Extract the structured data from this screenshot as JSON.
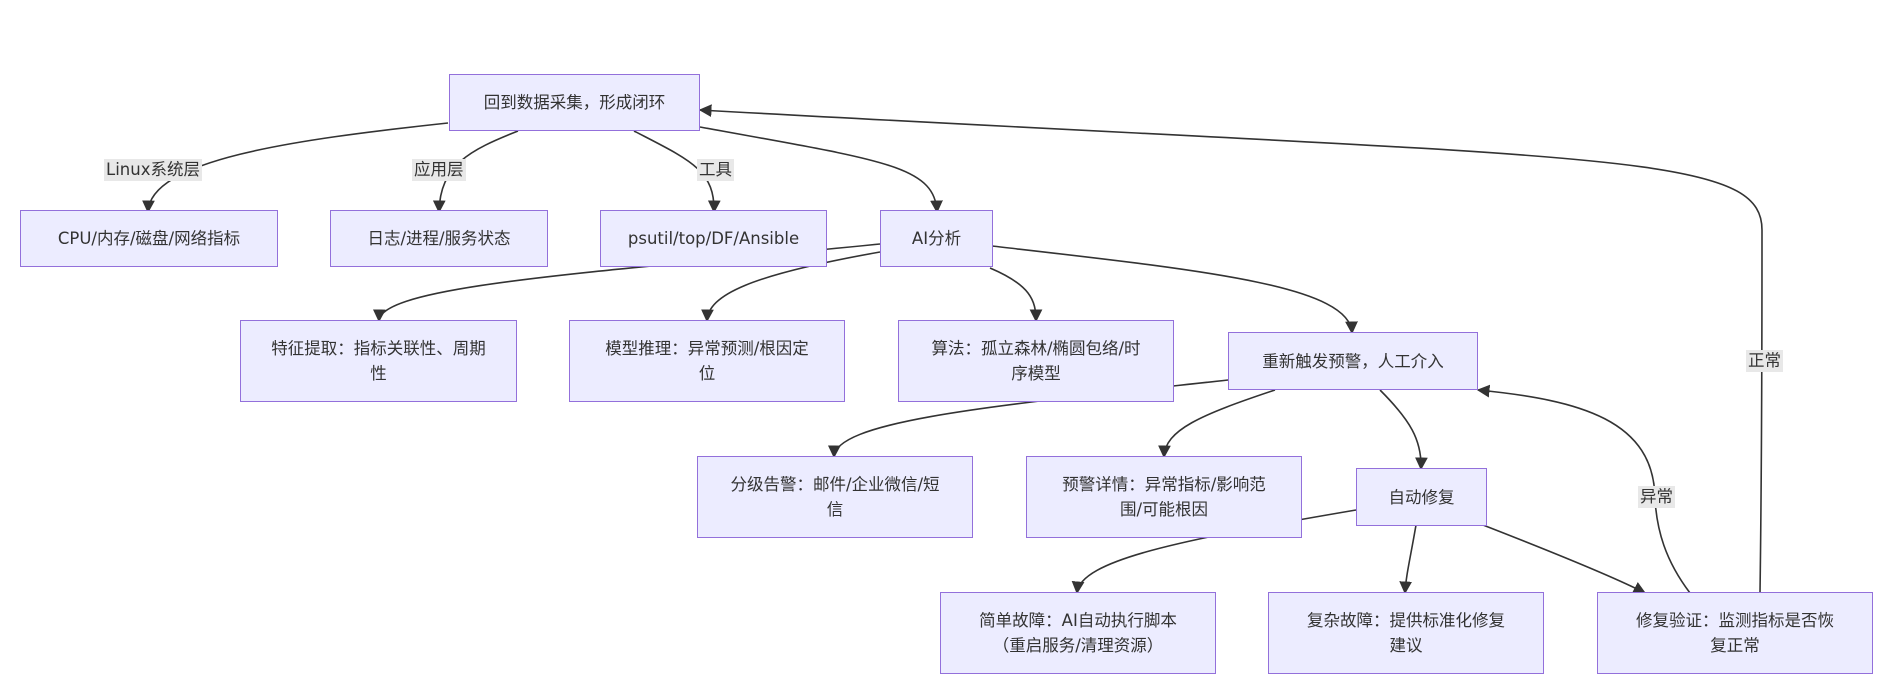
{
  "nodes": {
    "loop": "回到数据采集，形成闭环",
    "cpu": "CPU/内存/磁盘/网络指标",
    "log": "日志/进程/服务状态",
    "tool": "psutil/top/DF/Ansible",
    "ai": "AI分析",
    "feature": "特征提取：指标关联性、周期性",
    "model": "模型推理：异常预测/根因定位",
    "algo": "算法：孤立森林/椭圆包络/时序模型",
    "retrigger": "重新触发预警，人工介入",
    "alarm": "分级告警：邮件/企业微信/短信",
    "detail": "预警详情：异常指标/影响范围/可能根因",
    "autofix": "自动修复",
    "simple": "简单故障：AI自动执行脚本（重启服务/清理资源）",
    "complex": "复杂故障：提供标准化修复建议",
    "verify": "修复验证：监测指标是否恢复正常"
  },
  "edge_labels": {
    "linux": "Linux系统层",
    "app": "应用层",
    "tool": "工具",
    "normal": "正常",
    "abnormal": "异常"
  },
  "colors": {
    "node_fill": "#ececff",
    "node_border": "#9370db",
    "edge": "#333333",
    "label_bg": "#e8e8e8"
  }
}
